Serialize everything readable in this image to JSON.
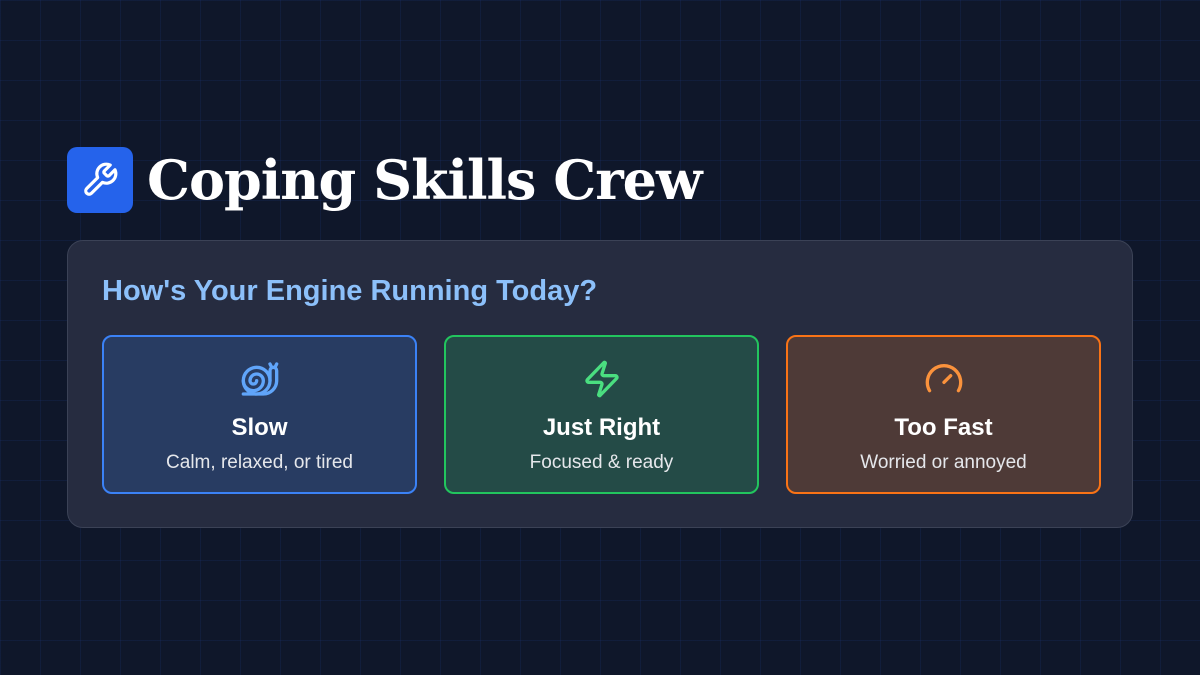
{
  "header": {
    "title": "Coping Skills Crew",
    "logo_icon": "wrench-icon"
  },
  "panel": {
    "question": "How's Your Engine Running Today?",
    "options": [
      {
        "label": "Slow",
        "description": "Calm, relaxed, or tired",
        "icon": "snail-icon",
        "color": "#3b82f6"
      },
      {
        "label": "Just Right",
        "description": "Focused & ready",
        "icon": "zap-icon",
        "color": "#22c55e"
      },
      {
        "label": "Too Fast",
        "description": "Worried or annoyed",
        "icon": "gauge-icon",
        "color": "#f97316"
      }
    ]
  }
}
